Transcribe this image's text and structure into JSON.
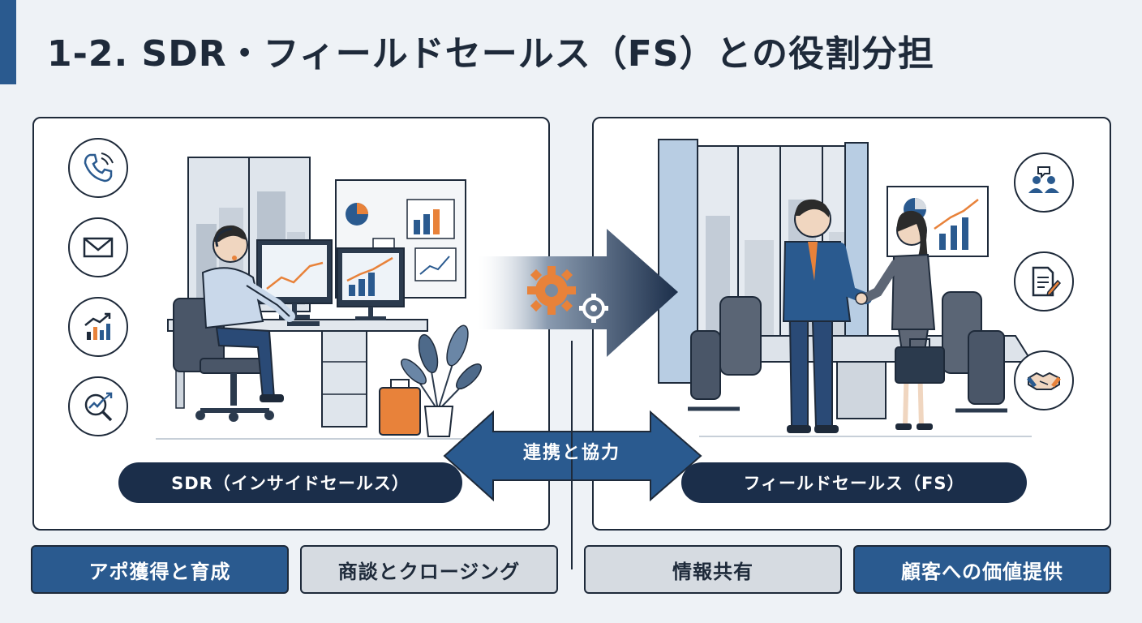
{
  "title": "1-2. SDR・フィールドセールス（FS）との役割分担",
  "left_panel": {
    "role_label": "SDR（インサイドセールス）",
    "icons": [
      "phone-icon",
      "mail-icon",
      "growth-chart-icon",
      "search-analytics-icon"
    ]
  },
  "right_panel": {
    "role_label": "フィールドセールス（FS）",
    "icons": [
      "meeting-icon",
      "document-icon",
      "handshake-icon"
    ]
  },
  "collaboration_label": "連携と協力",
  "tags": [
    {
      "label": "アポ獲得と育成",
      "style": "dark"
    },
    {
      "label": "商談とクロージング",
      "style": "light"
    },
    {
      "label": "情報共有",
      "style": "light"
    },
    {
      "label": "顧客への価値提供",
      "style": "dark"
    }
  ],
  "colors": {
    "navy": "#1b2e4a",
    "blue": "#2a5a8f",
    "orange": "#e8823a",
    "light_gray": "#d6dbe1",
    "background": "#eef2f6"
  }
}
